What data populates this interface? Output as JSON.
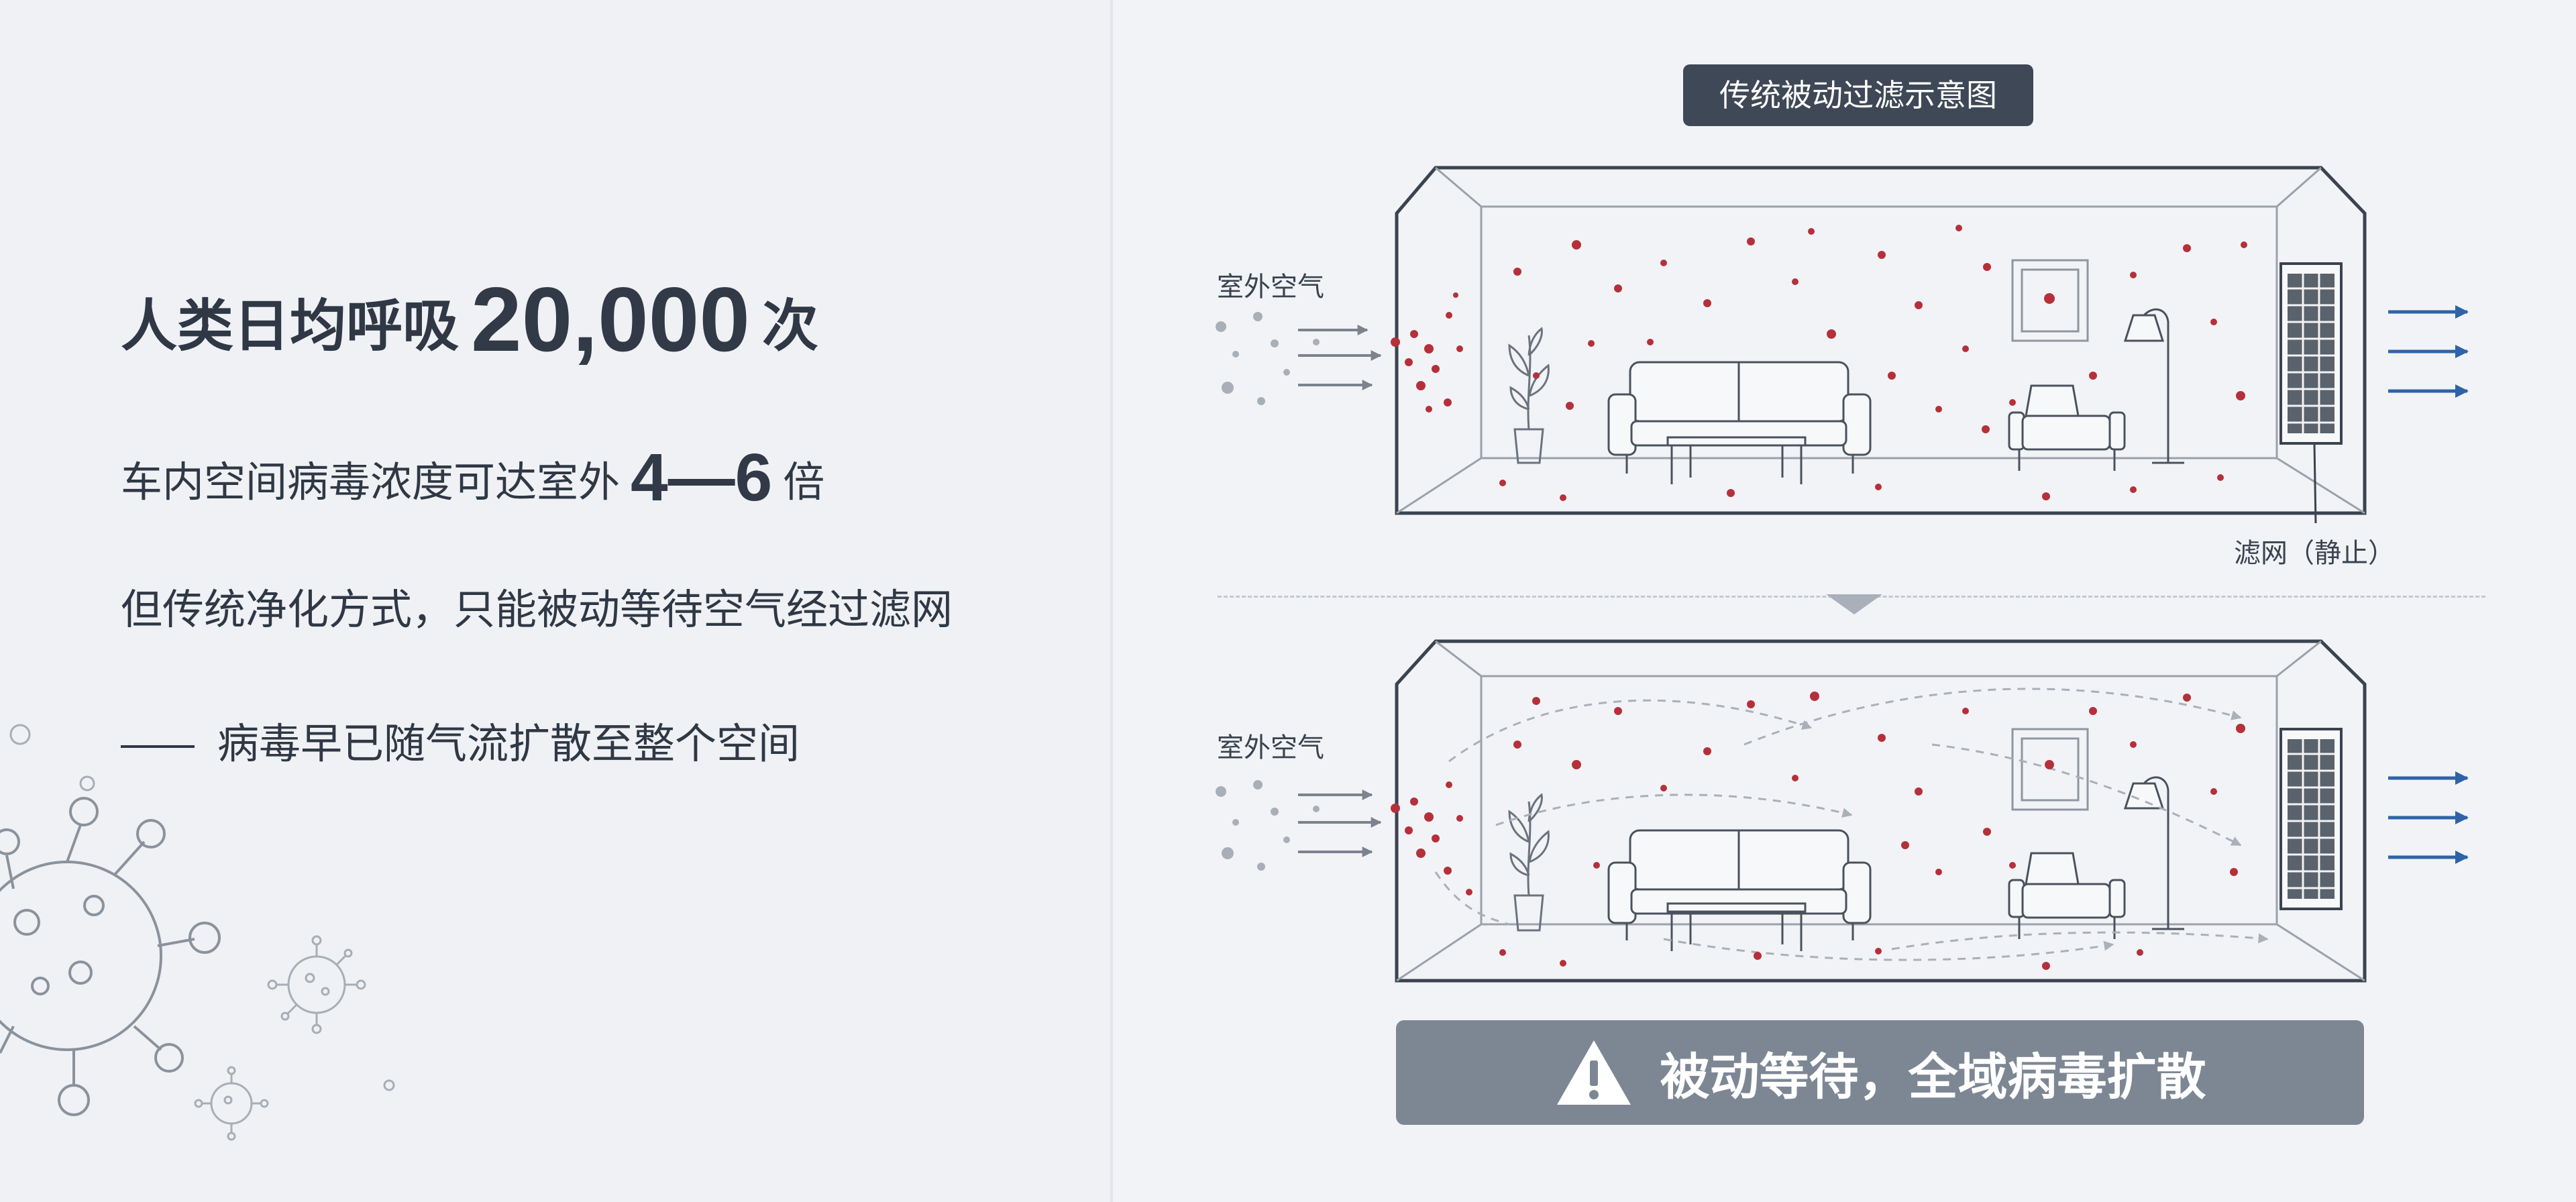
{
  "left": {
    "line1": {
      "prefix": "人类日均呼吸",
      "value": "20,000",
      "suffix": "次"
    },
    "line2": {
      "prefix": "车内空间病毒浓度可达室外",
      "value": "4—6",
      "suffix": "倍"
    },
    "line3": "但传统净化方式，只能被动等待空气经过滤网",
    "line4": "病毒早已随气流扩散至整个空间"
  },
  "diagram": {
    "title": "传统被动过滤示意图",
    "outdoor_air_label_top": "室外空气",
    "outdoor_air_label_bottom": "室外空气",
    "filter_label": "滤网（静止）",
    "warning": "被动等待，全域病毒扩散"
  },
  "colors": {
    "virus_red": "#b5303a",
    "flow_blue": "#2f63a8",
    "line_dark": "#3a4350",
    "banner_gray": "#7d8794",
    "title_dark": "#3f4856"
  },
  "icons": [
    "virus-icon",
    "warning-triangle-icon",
    "arrow-right-icon",
    "plant-icon",
    "sofa-icon",
    "armchair-icon",
    "floor-lamp-icon",
    "picture-frame-icon",
    "filter-grille-icon"
  ]
}
